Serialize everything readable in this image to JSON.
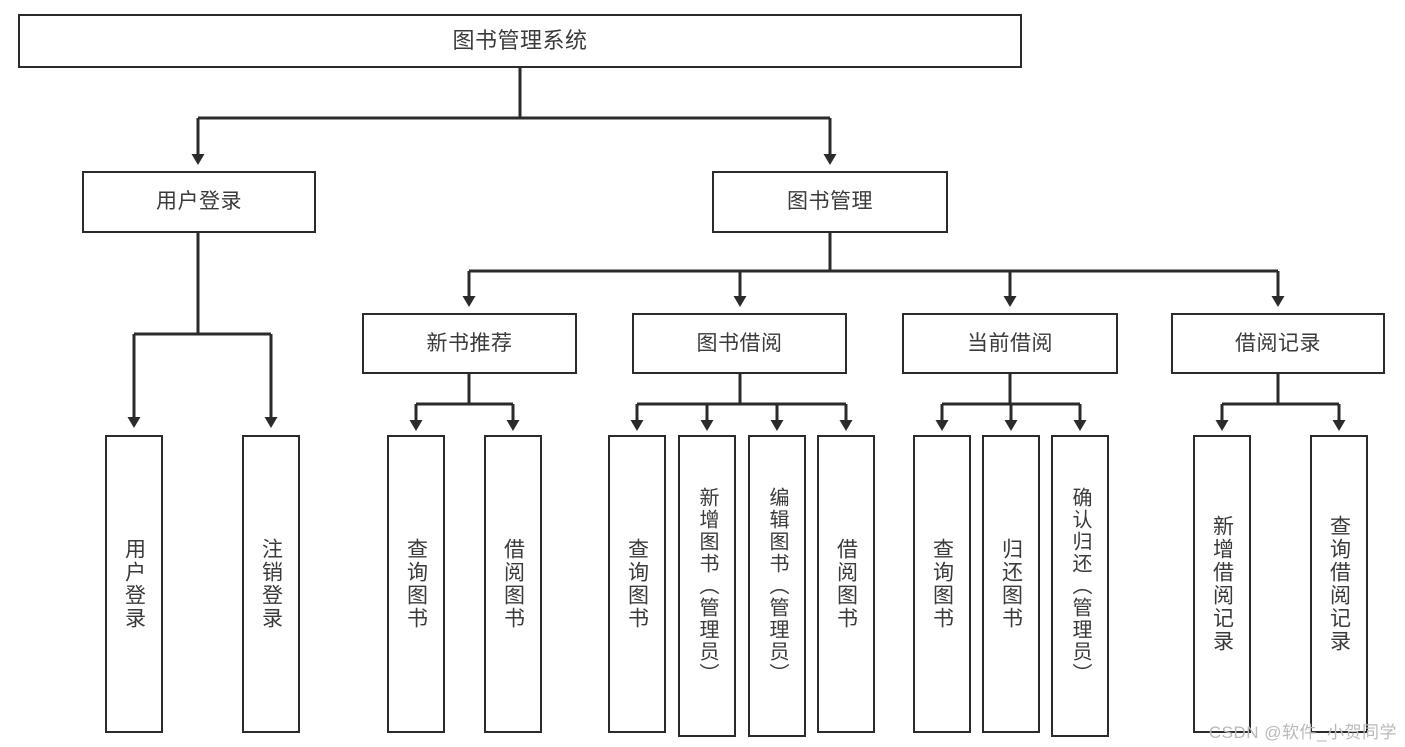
{
  "diagram": {
    "type": "tree",
    "orientation": "top-down",
    "title": "图书管理系统",
    "colors": {
      "node_border": "#2b2b2b",
      "node_fill": "#ffffff",
      "text": "#3a3a3a",
      "edge": "#2b2b2b",
      "watermark": "#b9b9b9",
      "background": "#ffffff"
    },
    "root": {
      "label": "图书管理系统"
    },
    "level2": [
      {
        "id": "user-login",
        "label": "用户登录"
      },
      {
        "id": "book-manage",
        "label": "图书管理"
      }
    ],
    "level3": [
      {
        "id": "new-book-recommend",
        "label": "新书推荐"
      },
      {
        "id": "book-borrow",
        "label": "图书借阅"
      },
      {
        "id": "current-borrow",
        "label": "当前借阅"
      },
      {
        "id": "borrow-record",
        "label": "借阅记录"
      }
    ],
    "leaves": {
      "user_login": [
        {
          "id": "leaf-user-login",
          "label": "用户登录"
        },
        {
          "id": "leaf-logout-login",
          "label": "注销登录"
        }
      ],
      "new_book_recommend": [
        {
          "id": "leaf-query-book-1",
          "label": "查询图书"
        },
        {
          "id": "leaf-borrow-book-1",
          "label": "借阅图书"
        }
      ],
      "book_borrow": [
        {
          "id": "leaf-query-book-2",
          "label": "查询图书"
        },
        {
          "id": "leaf-add-book",
          "label": "新增图书（管理员）"
        },
        {
          "id": "leaf-edit-book",
          "label": "编辑图书（管理员）"
        },
        {
          "id": "leaf-borrow-book-2",
          "label": "借阅图书"
        }
      ],
      "current_borrow": [
        {
          "id": "leaf-query-book-3",
          "label": "查询图书"
        },
        {
          "id": "leaf-return-book",
          "label": "归还图书"
        },
        {
          "id": "leaf-confirm-return",
          "label": "确认归还（管理员）"
        }
      ],
      "borrow_record": [
        {
          "id": "leaf-add-record",
          "label": "新增借阅记录"
        },
        {
          "id": "leaf-query-record",
          "label": "查询借阅记录"
        }
      ]
    }
  },
  "watermark": {
    "text": "CSDN @软件_小贺同学"
  }
}
